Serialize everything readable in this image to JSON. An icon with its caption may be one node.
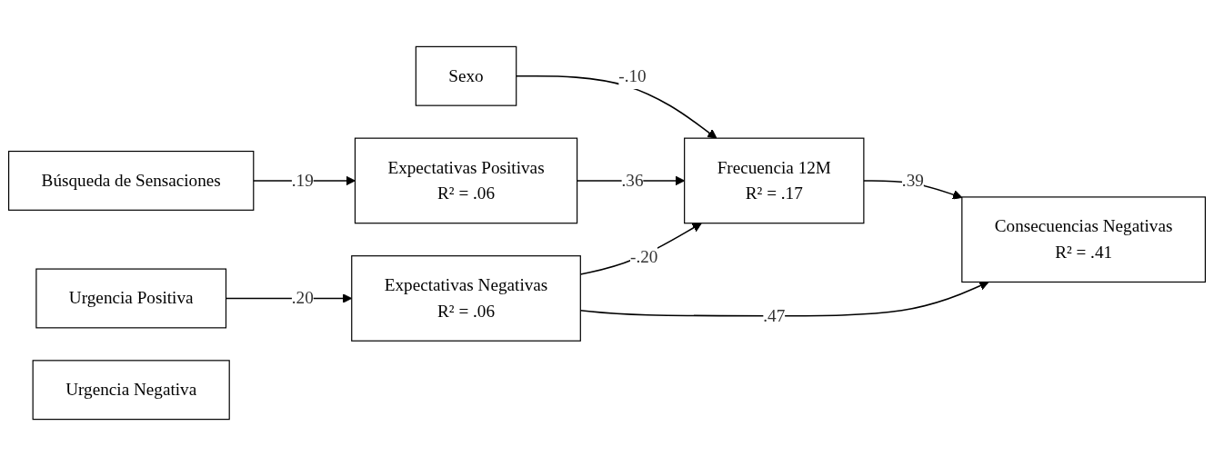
{
  "diagram": {
    "nodes": [
      {
        "text": [
          "Sexo"
        ]
      },
      {
        "text": [
          "Búsqueda de Sensaciones"
        ]
      },
      {
        "text": [
          "Urgencia Positiva"
        ]
      },
      {
        "text": [
          "Urgencia Negativa"
        ]
      },
      {
        "text": [
          "Expectativas Positivas",
          "R² = .06"
        ]
      },
      {
        "text": [
          "Expectativas Negativas",
          "R² = .06"
        ]
      },
      {
        "text": [
          "Frecuencia 12M",
          "R² = .17"
        ]
      },
      {
        "text": [
          "Consecuencias Negativas",
          "R² = .41"
        ]
      }
    ],
    "edges": [
      {
        "from": 0,
        "to": 6,
        "arrow": "to",
        "label": "-.10"
      },
      {
        "from": 1,
        "to": 4,
        "arrow": "to",
        "label": ".19"
      },
      {
        "from": 4,
        "to": 6,
        "arrow": "to",
        "label": ".36"
      },
      {
        "from": 2,
        "to": 5,
        "arrow": "to",
        "label": ".20"
      },
      {
        "from": 5,
        "to": 6,
        "arrow": "to",
        "label": "-.20"
      },
      {
        "from": 6,
        "to": 7,
        "arrow": "to",
        "label": ".39"
      },
      {
        "from": 5,
        "to": 7,
        "arrow": "to",
        "label": ".47"
      }
    ]
  }
}
